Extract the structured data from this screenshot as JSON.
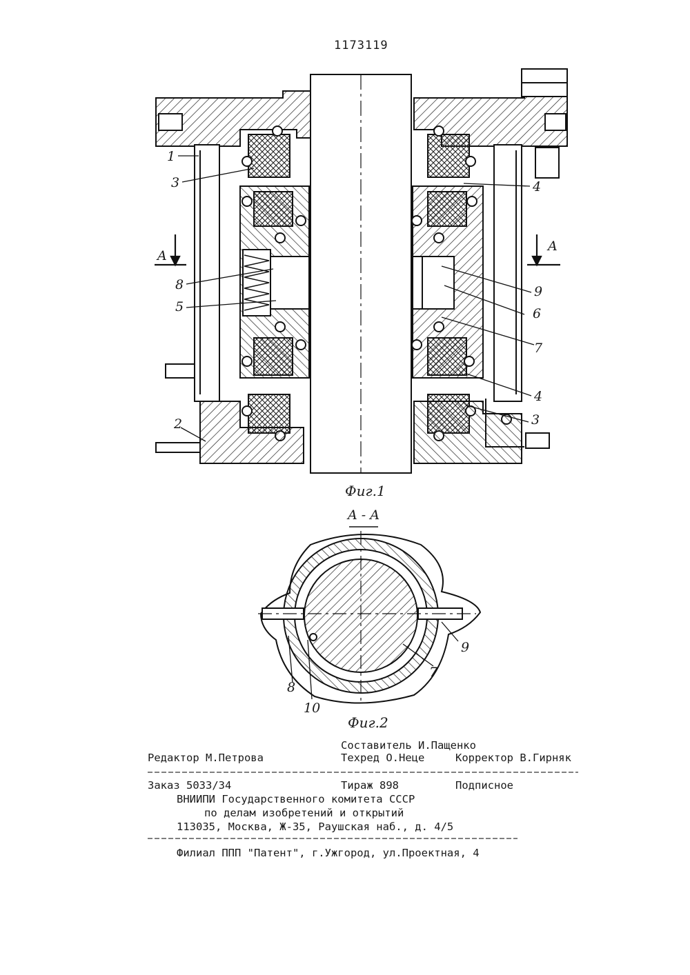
{
  "patent_number": "1173119",
  "fig1": {
    "caption": "Фиг.1",
    "section_marks": [
      "A",
      "A"
    ],
    "labels": [
      "1",
      "3",
      "8",
      "5",
      "2",
      "4",
      "9",
      "6",
      "7",
      "4",
      "3"
    ]
  },
  "fig2": {
    "section_title": "A - A",
    "caption": "Фиг.2",
    "labels": [
      "8",
      "10",
      "7",
      "9"
    ]
  },
  "footer": {
    "editor": "Редактор  М.Петрова",
    "compiler": "Составитель И.Пащенко",
    "techred": "Техред О.Неце",
    "corrector": "Корректор В.Гирняк",
    "order": "Заказ 5033/34",
    "circulation": "Тираж 898",
    "subscription": "Подписное",
    "org_line1": "ВНИИПИ Государственного комитета СССР",
    "org_line2": "по делам изобретений и открытий",
    "address": "113035, Москва, Ж-35, Раушская наб., д. 4/5",
    "branch": "Филиал ППП \"Патент\", г.Ужгород, ул.Проектная, 4"
  }
}
